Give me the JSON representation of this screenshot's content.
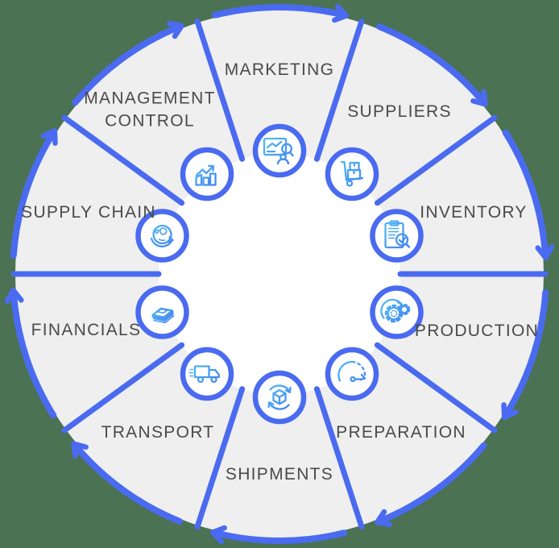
{
  "diagram": {
    "type": "cycle",
    "direction": "clockwise",
    "segment_count": 10
  },
  "colors": {
    "background": "#4b7252",
    "segment_fill": "#efefef",
    "ring_blue": "#4a6bf0",
    "icon_gradient_start": "#55c4f4",
    "icon_gradient_end": "#3d76f0",
    "center_fill": "#ffffff",
    "label_text": "#4a4a4a"
  },
  "segments": [
    {
      "label": "MARKETING",
      "icon": "presentation-chart-icon"
    },
    {
      "label": "SUPPLIERS",
      "icon": "hand-truck-icon"
    },
    {
      "label": "INVENTORY",
      "icon": "clipboard-check-icon"
    },
    {
      "label": "PRODUCTION",
      "icon": "gears-icon"
    },
    {
      "label": "PREPARATION",
      "icon": "gauge-icon"
    },
    {
      "label": "SHIPMENTS",
      "icon": "package-cycle-icon"
    },
    {
      "label": "TRANSPORT",
      "icon": "truck-icon"
    },
    {
      "label": "FINANCIALS",
      "icon": "banknotes-icon"
    },
    {
      "label": "SUPPLY CHAIN",
      "icon": "globe-arrow-icon"
    },
    {
      "label": "MANAGEMENT CONTROL",
      "lines": [
        "MANAGEMENT",
        "CONTROL"
      ],
      "icon": "bar-chart-arrow-icon"
    }
  ]
}
